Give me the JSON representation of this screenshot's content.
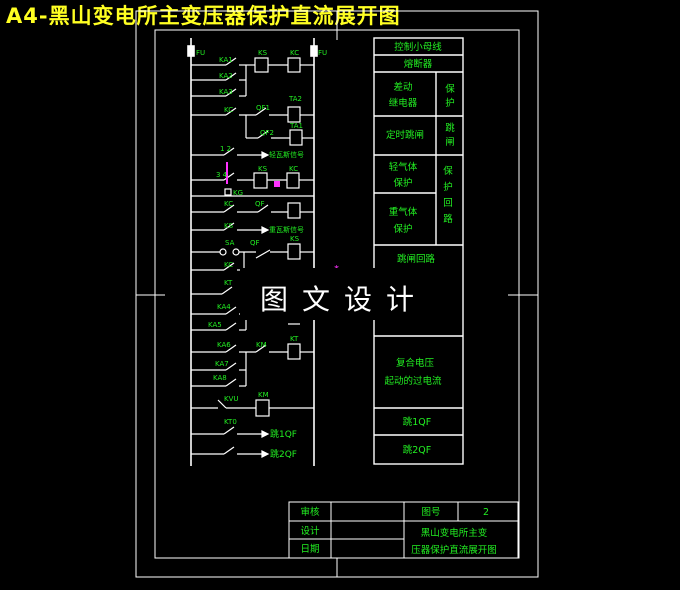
{
  "title": "A4-黑山变电所主变压器保护直流展开图",
  "watermark": "图文设计",
  "panel": {
    "ctrl_bus": "控制小母线",
    "fuse": "熔断器",
    "diff_relay_1": "差动",
    "diff_relay_2": "继电器",
    "prot_1": "保",
    "prot_2": "护",
    "time_trip": "定时跳闸",
    "trip_1": "跳",
    "trip_2": "闸",
    "light_gas_1": "轻气体",
    "light_gas_2": "保护",
    "heavy_gas_1": "重气体",
    "heavy_gas_2": "保护",
    "prot_circuit_1": "保",
    "prot_circuit_2": "护",
    "prot_circuit_3": "回",
    "prot_circuit_4": "路",
    "trip_circuit": "跳闸回路",
    "composite_1": "复合电压",
    "composite_2": "起动的过电流",
    "trip_1qf": "跳1QF",
    "trip_2qf": "跳2QF"
  },
  "labels": {
    "fu1": "FU",
    "fu2": "FU",
    "ka1": "KA1",
    "ka2": "KA2",
    "ka3": "KA3",
    "ks1": "KS",
    "kc1": "KC",
    "kc2": "KC",
    "qf1": "QF1",
    "qf2": "QF2",
    "ta2": "TA2",
    "ta1": "TA1",
    "n12": "1 2",
    "n34": "3 4",
    "ks2": "KS",
    "kc3": "KC",
    "kg": "KG",
    "qf3": "QF",
    "ks3": "KS",
    "sa": "SA",
    "qf4": "QF",
    "kc4": "KC",
    "kc5": "KC",
    "ks4": "KS",
    "kt1": "KT",
    "ka4": "KA4",
    "ka5": "KA5",
    "ka6": "KA6",
    "ka7": "KA7",
    "ka8": "KA8",
    "km1": "KM",
    "kt2": "KT",
    "kvu": "KVU",
    "km2": "KM",
    "kt0": "KT0",
    "signal1": "轻瓦斯信号",
    "signal2": "重瓦斯信号",
    "to1qf": "跳1QF",
    "to2qf": "跳2QF"
  },
  "title_block": {
    "review": "审核",
    "design": "设计",
    "date": "日期",
    "drawing_no_label": "图号",
    "drawing_no_value": "2",
    "name_1": "黑山变电所主变",
    "name_2": "压器保护直流展开图"
  }
}
